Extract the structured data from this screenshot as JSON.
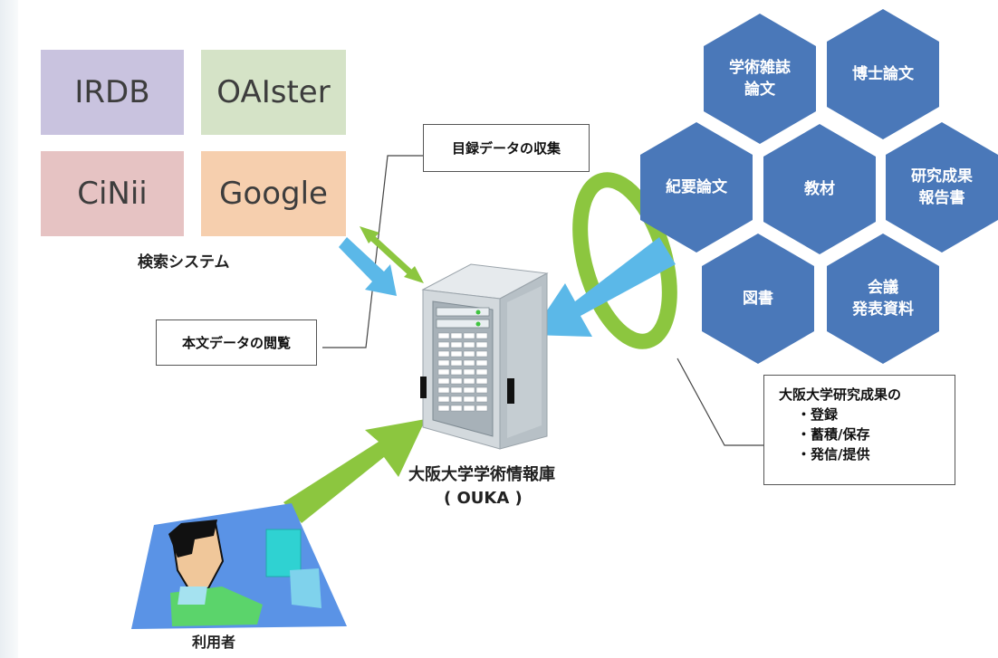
{
  "search_systems": {
    "label": "検索システム",
    "boxes": [
      {
        "text": "IRDB",
        "color": "#c9c3df"
      },
      {
        "text": "OAIster",
        "color": "#d5e3c7"
      },
      {
        "text": "CiNii",
        "color": "#e6c3c3"
      },
      {
        "text": "Google",
        "color": "#f6cfae"
      }
    ]
  },
  "callouts": {
    "collect": "目録データの収集",
    "browse": "本文データの閲覧"
  },
  "repository": {
    "line1": "大阪大学学術情報庫",
    "line2": "( OUKA )"
  },
  "user": {
    "label": "利用者"
  },
  "content_types": [
    {
      "line1": "学術雑誌",
      "line2": "論文"
    },
    {
      "line1": "博士論文",
      "line2": ""
    },
    {
      "line1": "紀要論文",
      "line2": ""
    },
    {
      "line1": "教材",
      "line2": ""
    },
    {
      "line1": "研究成果",
      "line2": "報告書"
    },
    {
      "line1": "図書",
      "line2": ""
    },
    {
      "line1": "会議",
      "line2": "発表資料"
    }
  ],
  "outcomes": {
    "title": "大阪大学研究成果の",
    "items": [
      "・登録",
      "・蓄積/保存",
      "・発信/提供"
    ]
  },
  "colors": {
    "hex_blue": "#4a78b9",
    "arrow_blue": "#5bb8e8",
    "arrow_green": "#8cc63f"
  }
}
